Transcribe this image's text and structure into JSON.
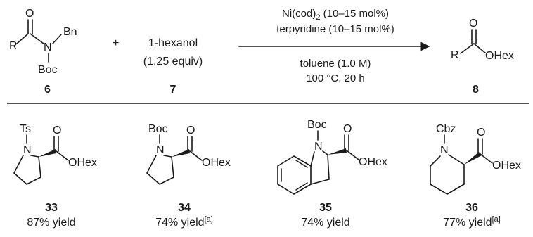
{
  "reaction": {
    "reactant_6": {
      "number": "6",
      "atoms": {
        "r": "R",
        "o": "O",
        "n": "N",
        "bn": "Bn",
        "boc": "Boc"
      }
    },
    "plus_sign": "+",
    "reactant_7": {
      "number": "7",
      "name": "1-hexanol",
      "equiv": "(1.25 equiv)"
    },
    "conditions": {
      "above": [
        "Ni(cod)",
        "2",
        " (10–15 mol%)",
        "terpyridine (10–15 mol%)"
      ],
      "below": [
        "toluene (1.0 M)",
        "100 °C, 20 h"
      ]
    },
    "product_8": {
      "number": "8",
      "atoms": {
        "r": "R",
        "o": "O",
        "ohex": "OHex"
      }
    }
  },
  "products": [
    {
      "number": "33",
      "protecting_group": "Ts",
      "n": "N",
      "o": "O",
      "ester": "OHex",
      "yield": "87% yield",
      "note": ""
    },
    {
      "number": "34",
      "protecting_group": "Boc",
      "n": "N",
      "o": "O",
      "ester": "OHex",
      "yield": "74% yield",
      "note": "[a]"
    },
    {
      "number": "35",
      "protecting_group": "Boc",
      "n": "N",
      "o": "O",
      "ester": "OHex",
      "yield": "74% yield",
      "note": ""
    },
    {
      "number": "36",
      "protecting_group": "Cbz",
      "n": "N",
      "o": "O",
      "ester": "OHex",
      "yield": "77% yield",
      "note": "[a]"
    }
  ],
  "colors": {
    "ink": "#1a1a1a",
    "background": "#ffffff"
  }
}
